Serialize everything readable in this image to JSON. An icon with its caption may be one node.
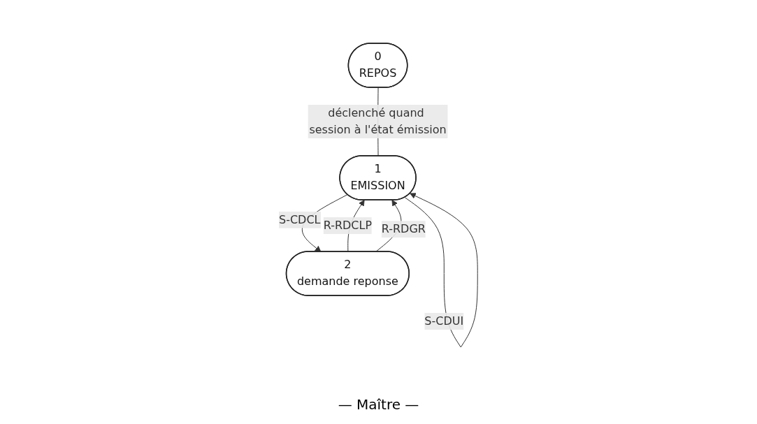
{
  "diagram": {
    "caption": "— Maître —",
    "nodes": [
      {
        "text": [
          "0",
          "REPOS"
        ]
      },
      {
        "text": [
          "1",
          "EMISSION"
        ]
      },
      {
        "text": [
          "2",
          "demande reponse"
        ]
      }
    ],
    "edges": [
      {
        "from": 0,
        "to": 1,
        "arrow": "none",
        "label": "déclenché quand session à l'état émission"
      },
      {
        "from": 1,
        "to": 2,
        "arrow": "to",
        "label": "S-CDCL"
      },
      {
        "from": 2,
        "to": 1,
        "arrow": "to",
        "label": "R-RDCLP"
      },
      {
        "from": 2,
        "to": 1,
        "arrow": "to",
        "label": "R-RDGR"
      },
      {
        "from": 1,
        "to": 1,
        "arrow": "to",
        "label": "S-CDUI"
      }
    ]
  }
}
